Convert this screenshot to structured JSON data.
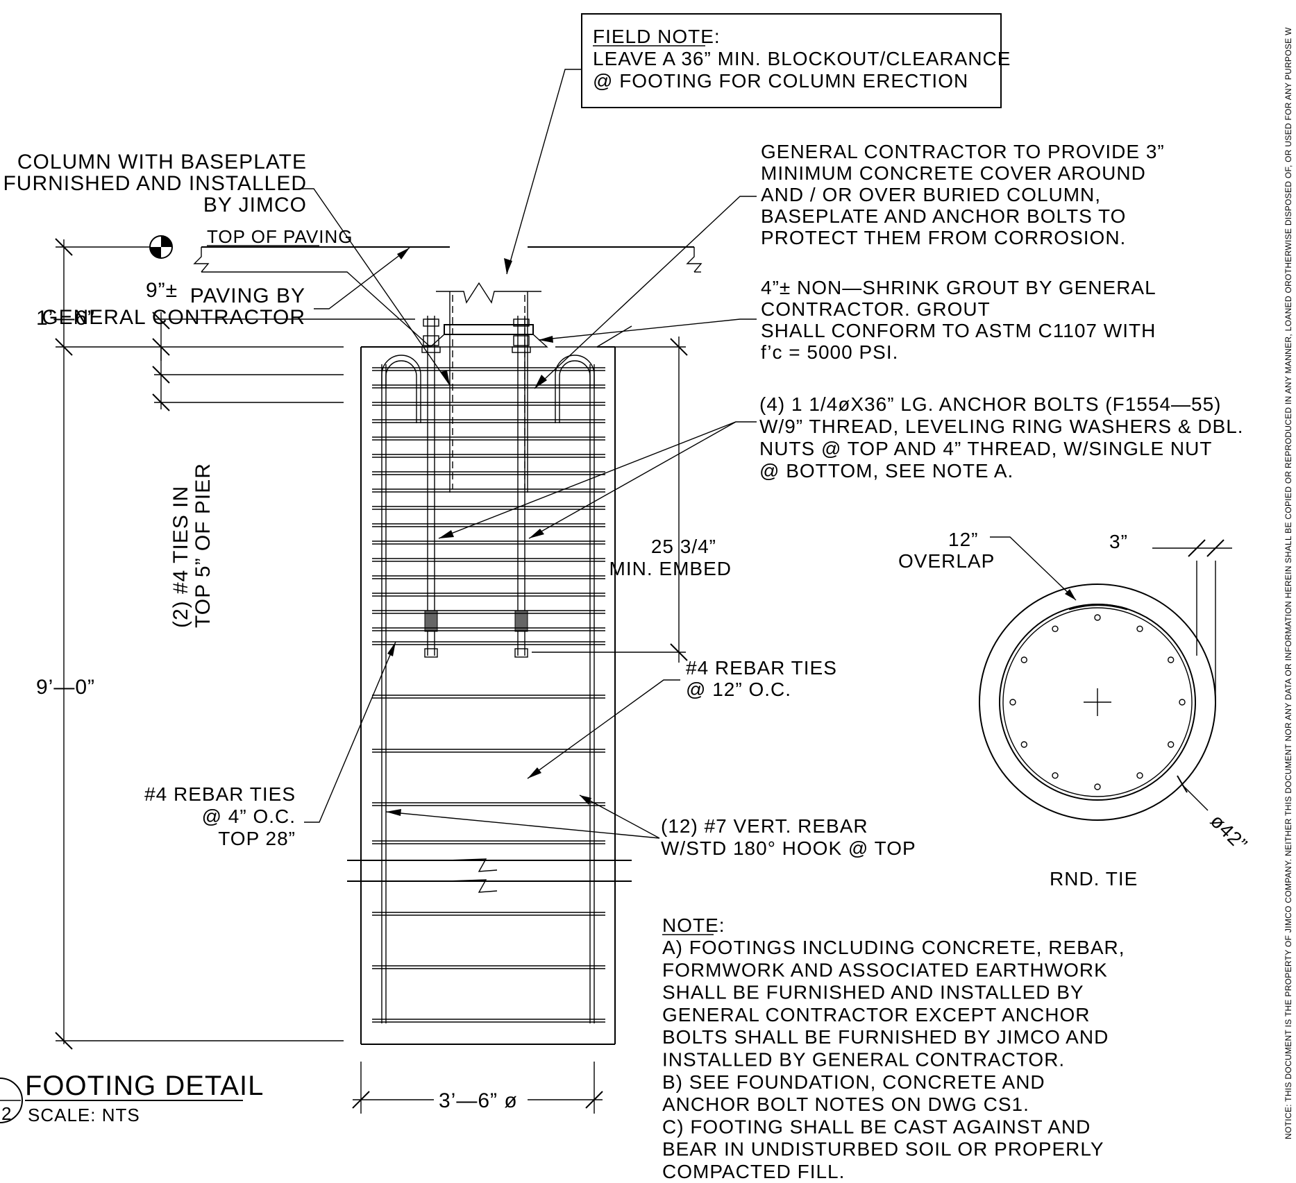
{
  "title": {
    "main": "FOOTING DETAIL",
    "scale": "SCALE: NTS",
    "detail_number": "2"
  },
  "field_note": {
    "heading": "FIELD NOTE:",
    "lines": [
      "LEAVE A 36” MIN. BLOCKOUT/CLEARANCE",
      "@ FOOTING FOR COLUMN ERECTION"
    ]
  },
  "callouts": {
    "column": [
      "COLUMN WITH BASEPLATE",
      "FURNISHED AND INSTALLED",
      "BY JIMCO"
    ],
    "paving": [
      "PAVING BY",
      "GENERAL CONTRACTOR"
    ],
    "top_of_paving": "TOP OF PAVING",
    "concrete_cover": [
      "GENERAL CONTRACTOR TO PROVIDE 3”",
      "MINIMUM CONCRETE COVER AROUND",
      "AND / OR OVER BURIED COLUMN,",
      "BASEPLATE AND ANCHOR BOLTS TO",
      "PROTECT THEM FROM CORROSION."
    ],
    "grout": [
      "4”± NON—SHRINK GROUT BY GENERAL",
      "CONTRACTOR. GROUT",
      "SHALL CONFORM TO ASTM C1107 WITH",
      "f’c = 5000 PSI."
    ],
    "anchor_bolts": [
      "(4) 1 1/4øX36” LG. ANCHOR BOLTS (F1554—55)",
      "W/9” THREAD, LEVELING RING WASHERS & DBL.",
      "NUTS @ TOP AND 4” THREAD, W/SINGLE NUT",
      "@ BOTTOM, SEE NOTE A."
    ],
    "embed": [
      "25 3/4”",
      "MIN. EMBED"
    ],
    "ties_12": [
      "#4 REBAR TIES",
      "@ 12” O.C."
    ],
    "ties_4": [
      "#4 REBAR TIES",
      "@ 4” O.C.",
      "TOP 28”"
    ],
    "vert_rebar": [
      "(12) #7 VERT. REBAR",
      "W/STD 180° HOOK @ TOP"
    ],
    "ties_in_pier": [
      "(2) #4 TIES IN",
      "TOP 5” OF PIER"
    ]
  },
  "dimensions": {
    "d1": "1’—6”",
    "d2": "9”±",
    "d3": "9’—0”",
    "width": "3’—6” ø"
  },
  "round_tie": {
    "overlap": [
      "12”",
      "OVERLAP"
    ],
    "cover": "3”",
    "diameter": "ø42”",
    "label": "RND. TIE"
  },
  "notes": {
    "heading": "NOTE:",
    "lines": [
      "A) FOOTINGS INCLUDING CONCRETE, REBAR,",
      "FORMWORK AND ASSOCIATED EARTHWORK",
      "SHALL BE FURNISHED AND INSTALLED BY",
      "GENERAL CONTRACTOR EXCEPT ANCHOR",
      "BOLTS SHALL BE FURNISHED BY JIMCO AND",
      "INSTALLED BY GENERAL CONTRACTOR.",
      "B) SEE FOUNDATION, CONCRETE AND",
      "ANCHOR BOLT NOTES ON DWG CS1.",
      "C) FOOTING SHALL BE CAST AGAINST AND",
      "BEAR IN UNDISTURBED SOIL OR PROPERLY",
      "COMPACTED FILL."
    ]
  },
  "notice": "NOTICE: THIS DOCUMENT IS THE PROPERTY OF JIMCO COMPANY. NEITHER THIS DOCUMENT NOR ANY DATA OR INFORMATION HEREIN SHALL BE COPIED OR REPRODUCED IN ANY MANNER, LOANED OROTHERWISE DISPOSED OF, OR USED FOR ANY PURPOSE W"
}
